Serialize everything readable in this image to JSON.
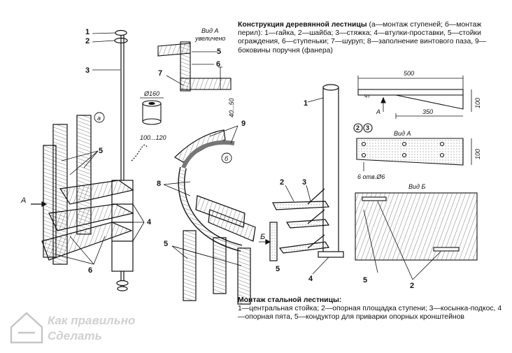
{
  "captions": {
    "wood_title": "Конструкция деревянной лестницы",
    "wood_body": "(а—монтаж ступеней; б—монтаж перил): 1—гайка, 2—шайба; 3—стяжка; 4—втулки-проставки, 5—стойки ограждения, 6—ступеньки; 7—шуруп; 8—заполнение винтового паза, 9—боковины поручня (фанера)",
    "steel_title": "Монтаж стальной лестницы:",
    "steel_body": "1—центральная стойка; 2—опорная площадка ступени; 3—косынка-подкос, 4—опорная пята, 5—кондуктор для приварки опорных кронштейнов"
  },
  "labels": {
    "n1": "1",
    "n2": "2",
    "n3": "3",
    "n4": "4",
    "n5": "5",
    "n6": "6",
    "n7": "7",
    "n8": "8",
    "n9": "9",
    "circ_a": "а",
    "circ_b": "б",
    "arrow_a": "А",
    "arrow_b": "Б",
    "view_a": "Вид А",
    "view_a_zoom": "увеличено",
    "view_b": "Вид Б",
    "d160": "Ø160",
    "h100_120": "100...120",
    "h40_50": "40...50",
    "dim500": "500",
    "dim350": "350",
    "dim100": "100",
    "dim5": "5",
    "holes": "6 отв.Ø6",
    "badge2": "2",
    "badge3": "3"
  },
  "watermark": {
    "line1": "Как правильно",
    "line2": "Сделать"
  }
}
